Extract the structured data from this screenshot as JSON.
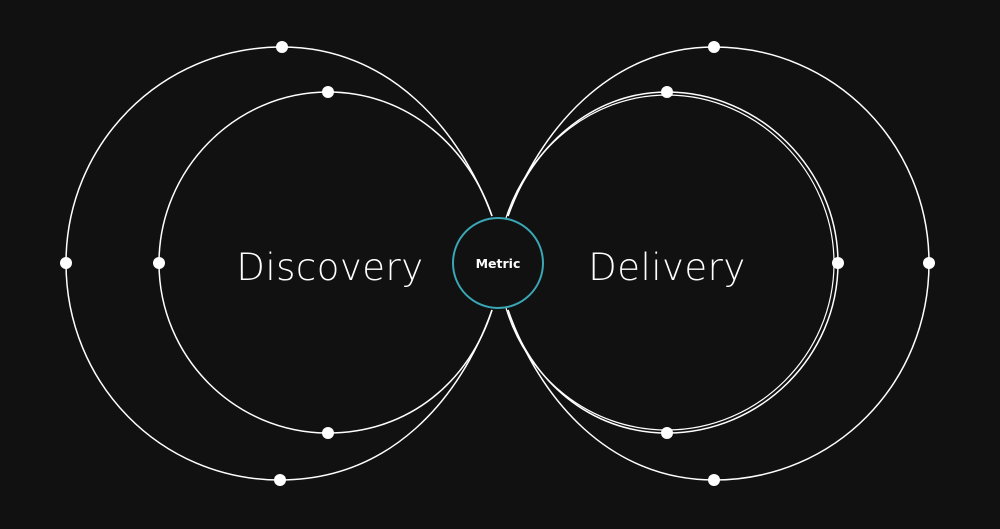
{
  "diagram": {
    "left_label": "Discovery",
    "right_label": "Delivery",
    "center_label": "Metric"
  },
  "colors": {
    "background": "#111111",
    "line": "#ffffff",
    "center_ring": "#3aa7b5",
    "text": "#ffffff"
  }
}
